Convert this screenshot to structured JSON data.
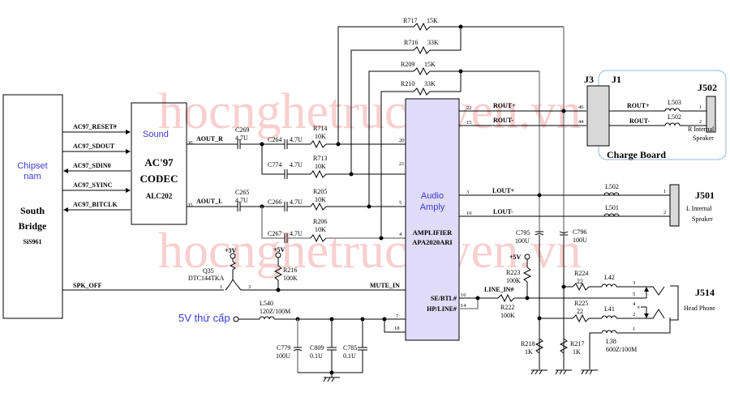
{
  "watermark": {
    "text": "hocnghetructuyen.vn",
    "color": "#f8cfcf"
  },
  "southbridge": {
    "chipset": "Chipset",
    "nam": "nam",
    "title1": "South",
    "title2": "Bridge",
    "part": "SiS961"
  },
  "codec": {
    "sound": "Sound",
    "line1": "AC'97",
    "line2": "CODEC",
    "part": "ALC202"
  },
  "ac97_signals": [
    "AC97_RESET#",
    "AC97_SDOUT",
    "AC97_SDIN0",
    "AC97_SYINC",
    "AC97_BITCLK"
  ],
  "codec_outputs": [
    {
      "pin": "36",
      "name": "AOUT_R"
    },
    {
      "pin": "35",
      "name": "AOUT_L"
    }
  ],
  "capacitors": {
    "c269": {
      "ref": "C269",
      "val": "4.7U"
    },
    "c265": {
      "ref": "C265",
      "val": "4.7U"
    },
    "c264": {
      "ref": "C264",
      "val": "4.7U"
    },
    "c774": {
      "ref": "C774",
      "val": "4.7U"
    },
    "c266": {
      "ref": "C266",
      "val": "4.7U"
    },
    "c267": {
      "ref": "C267",
      "val": "4.7U"
    },
    "c795": {
      "ref": "C795",
      "val": "100U"
    },
    "c796": {
      "ref": "C796",
      "val": "100U"
    },
    "c779": {
      "ref": "C779",
      "val": "100U"
    },
    "c809": {
      "ref": "C809",
      "val": "0.1U"
    },
    "c785": {
      "ref": "C785",
      "val": "0.1U"
    }
  },
  "resistors": {
    "r714": {
      "ref": "R714",
      "val": "10K"
    },
    "r713": {
      "ref": "R713",
      "val": "10K"
    },
    "r205": {
      "ref": "R205",
      "val": "10K"
    },
    "r206": {
      "ref": "R206",
      "val": "10K"
    },
    "r717": {
      "ref": "R717",
      "val": "15K"
    },
    "r716": {
      "ref": "R716",
      "val": "33K"
    },
    "r209": {
      "ref": "R209",
      "val": "15K"
    },
    "r210": {
      "ref": "R210",
      "val": "33K"
    },
    "r216": {
      "ref": "R216",
      "val": "100K"
    },
    "r223": {
      "ref": "R223",
      "val": "100K"
    },
    "r222": {
      "ref": "R222",
      "val": "100K"
    },
    "r224": {
      "ref": "R224",
      "val": "22"
    },
    "r225": {
      "ref": "R225",
      "val": "22"
    },
    "r218": {
      "ref": "R218",
      "val": "1K"
    },
    "r217": {
      "ref": "R217",
      "val": "1K"
    }
  },
  "amplifier": {
    "label1": "Audio",
    "label2": "Amply",
    "title": "AMPLIFIER",
    "part": "APA2020ARI",
    "se_btl": "SE/BTL#",
    "hp_line": "HP/LINE#",
    "pins": {
      "p20": "20",
      "p21": "21",
      "p5": "5",
      "p4": "4",
      "p22": "22",
      "p15": "15",
      "p3": "3",
      "p10": "10",
      "p16": "16",
      "p14": "14",
      "p7": "7",
      "p18": "18"
    }
  },
  "nets": {
    "rout_p": "ROUT+",
    "rout_n": "ROUT-",
    "lout_p": "LOUT+",
    "lout_n": "LOUT-",
    "mute_in": "MUTE_IN",
    "spk_off": "SPK_OFF",
    "line_in": "LINE_IN#"
  },
  "transistor": {
    "ref": "Q35",
    "part": "DTC144TKA",
    "pin1": "1",
    "pin3": "3"
  },
  "power": {
    "p3v": "+3V",
    "p5v_a": "+5V",
    "p5v_b": "+5V",
    "secondary": "5V thứ cấp"
  },
  "inductors": {
    "l540": {
      "ref": "L540",
      "val": "120Z/100M"
    },
    "l503": {
      "ref": "L503"
    },
    "l502r": {
      "ref": "L502"
    },
    "l502": {
      "ref": "L502"
    },
    "l501": {
      "ref": "L501"
    },
    "l42": {
      "ref": "L42"
    },
    "l41": {
      "ref": "L41"
    },
    "l38": {
      "ref": "L38",
      "val": "600Z/100M"
    }
  },
  "connectors": {
    "j3": {
      "ref": "J3",
      "p46": "46",
      "p44": "44"
    },
    "j1": {
      "ref": "J1"
    },
    "charge_board": "Charge Board",
    "j502": {
      "ref": "J502",
      "desc1": "R  Internal",
      "desc2": "Speaker",
      "p1": "1",
      "p2": "2"
    },
    "j501": {
      "ref": "J501",
      "desc1": "L  Internal",
      "desc2": "Speaker",
      "p1": "1",
      "p2": "2"
    },
    "j514": {
      "ref": "J514",
      "desc": "Head Phone",
      "p3": "3",
      "p5": "5",
      "p4": "4",
      "p2": "2",
      "p1": "1"
    }
  }
}
